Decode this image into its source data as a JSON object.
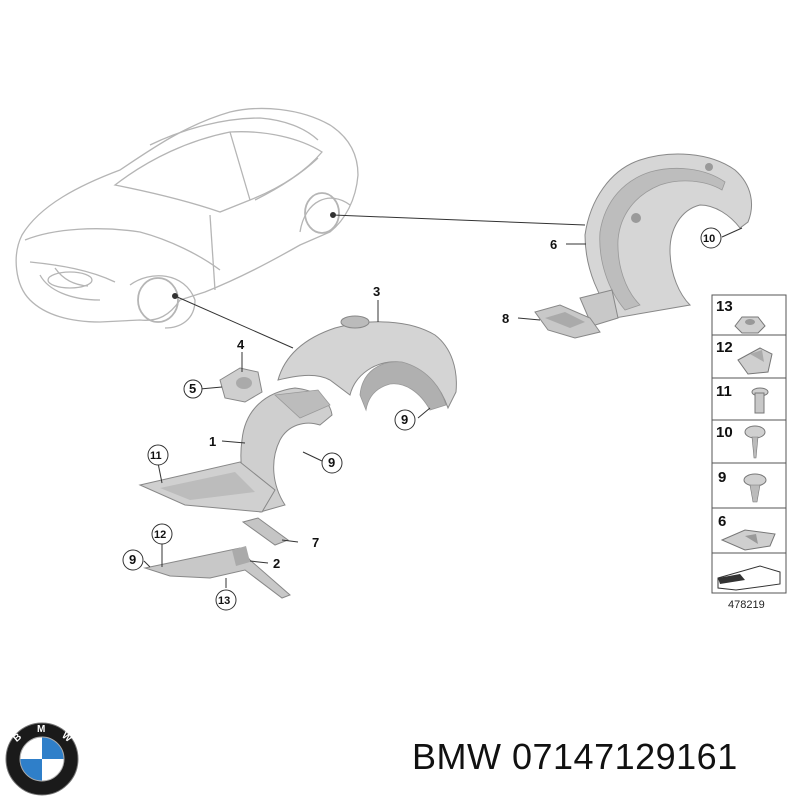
{
  "callouts": {
    "c1": "1",
    "c2": "2",
    "c3": "3",
    "c4": "4",
    "c5": "5",
    "c6": "6",
    "c7": "7",
    "c8": "8",
    "c9a": "9",
    "c9b": "9",
    "c9c": "9",
    "c10": "10",
    "c11": "11",
    "c12": "12",
    "c13": "13"
  },
  "legend": {
    "items": [
      "13",
      "12",
      "11",
      "10",
      "9",
      "6"
    ],
    "drawing_number": "478219"
  },
  "footer": {
    "part_label": "BMW 07147129161"
  },
  "logo": {
    "text": "BMW",
    "colors": {
      "ring": "#1a1a1a",
      "blue": "#2f7fc9",
      "white": "#ffffff"
    }
  }
}
